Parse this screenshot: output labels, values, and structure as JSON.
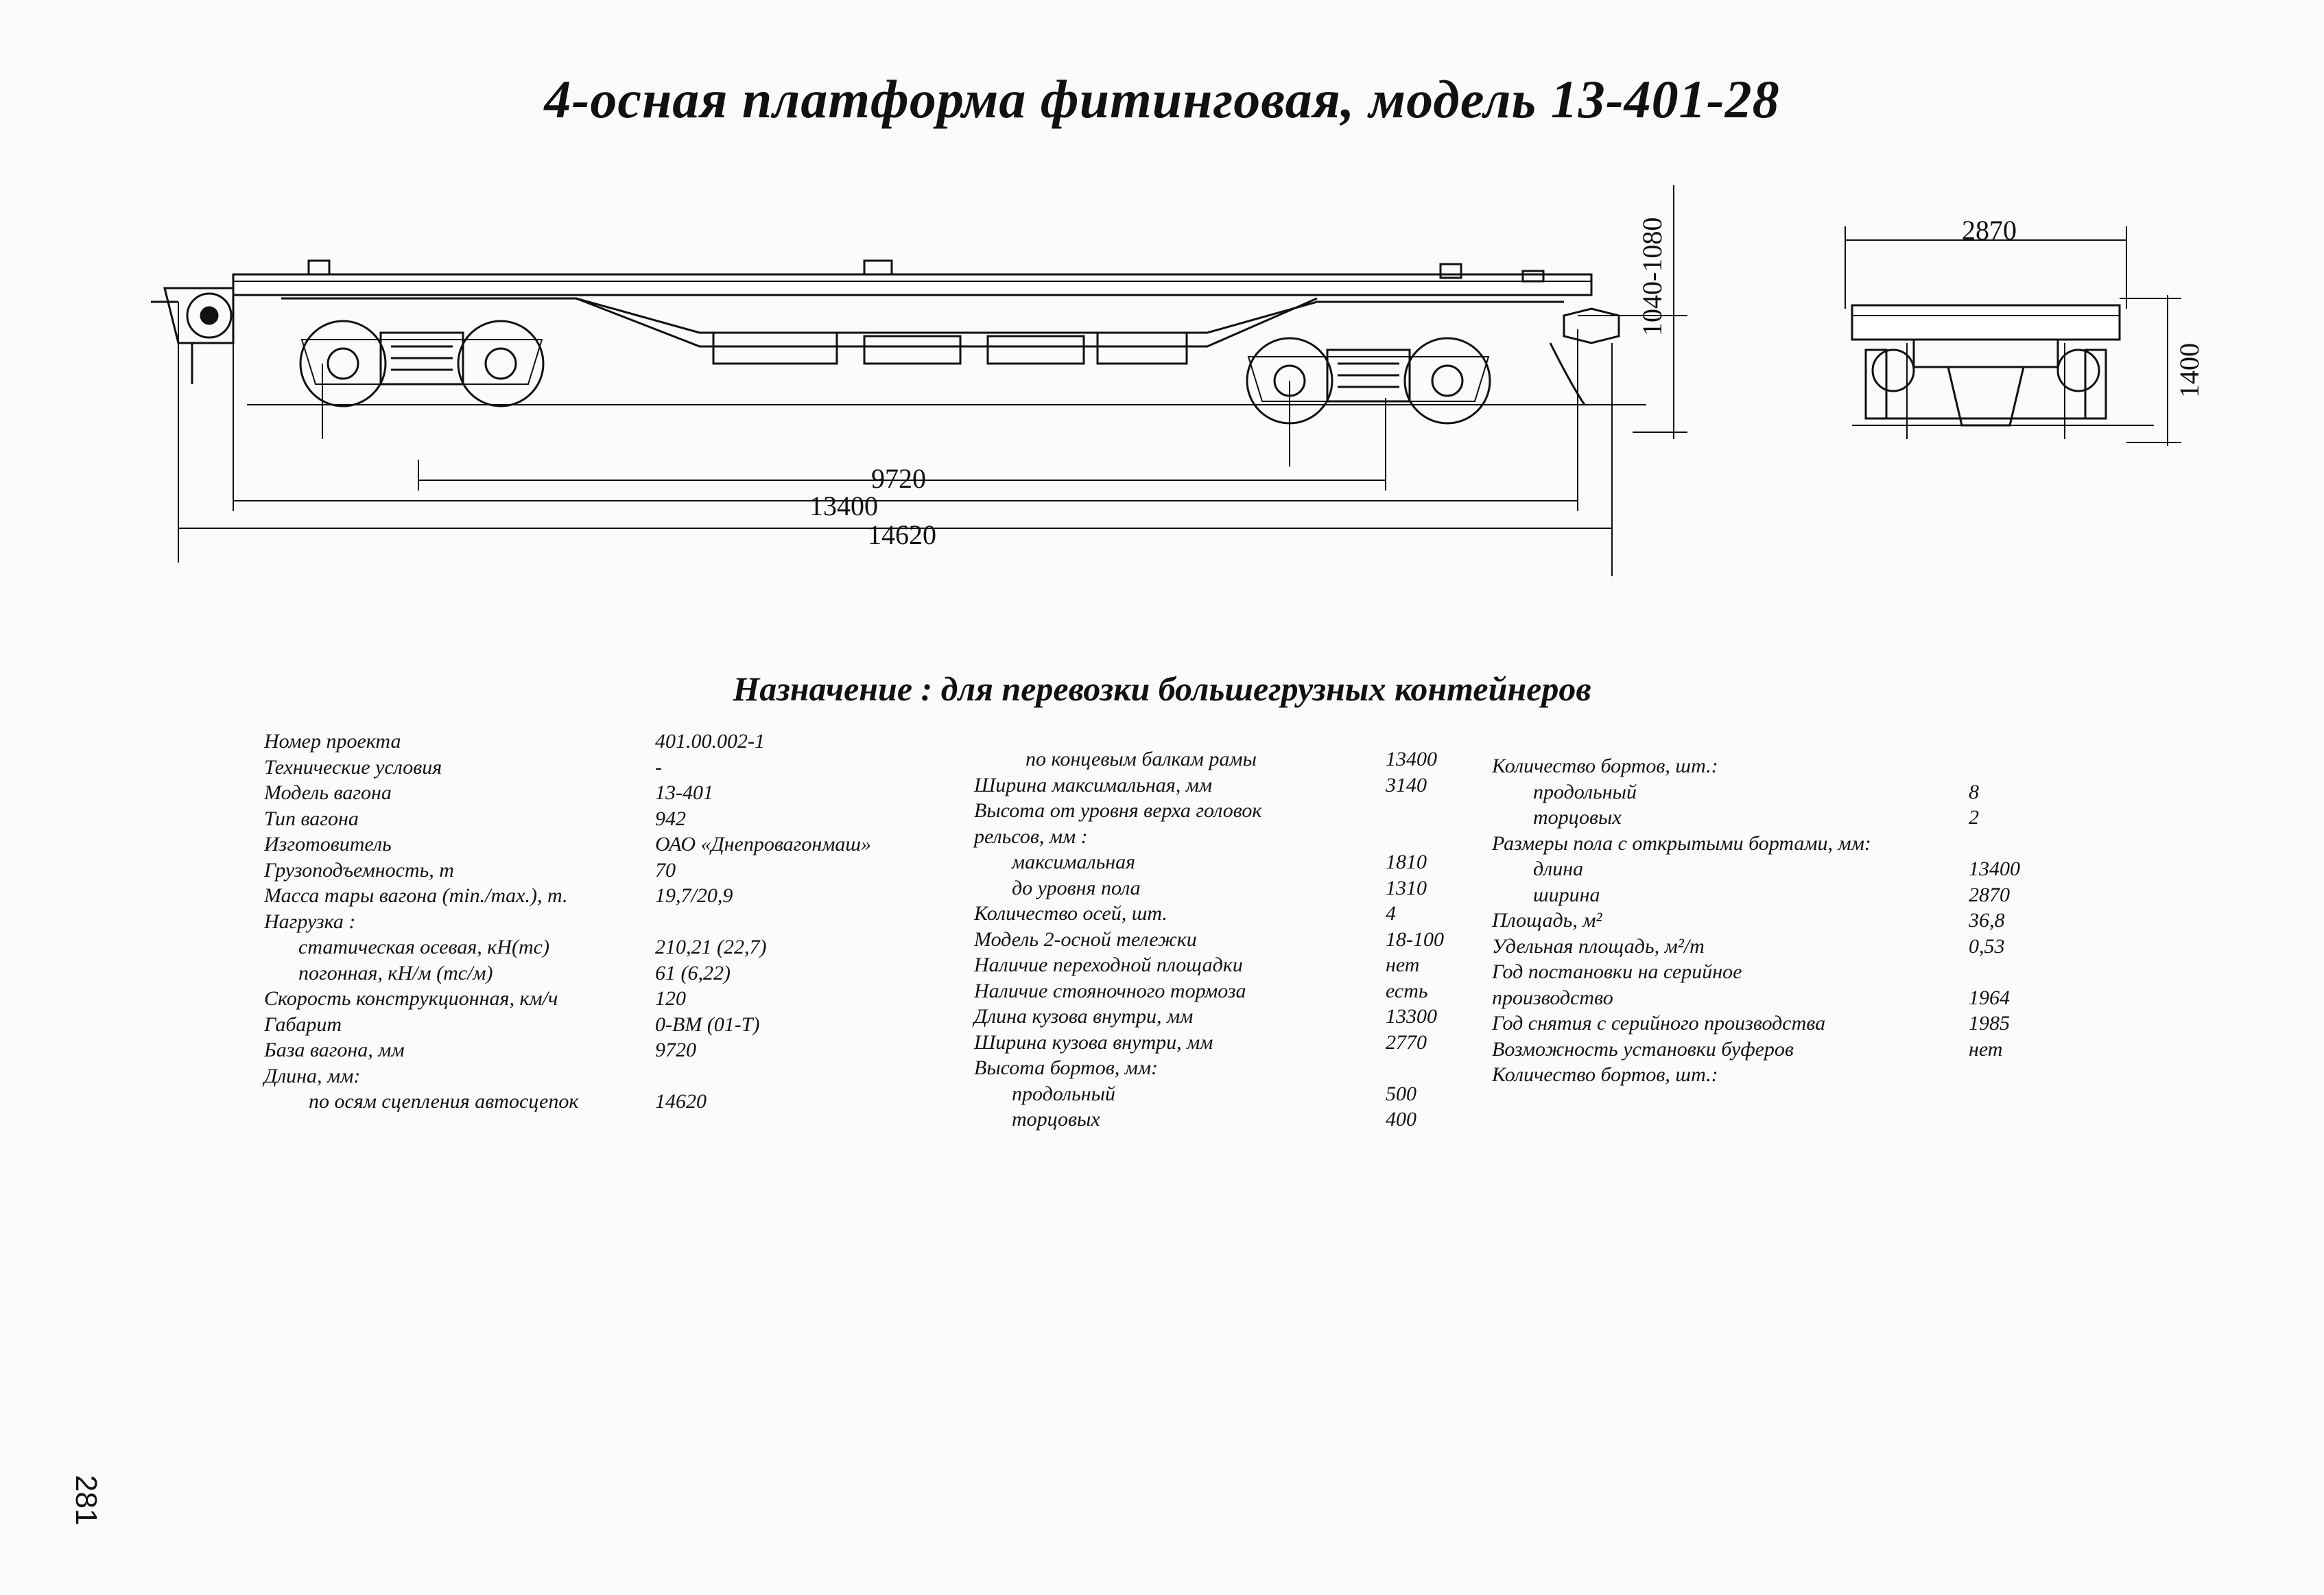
{
  "title": "4-осная платформа фитинговая, модель 13-401-28",
  "purpose": "Назначение : для перевозки большегрузных контейнеров",
  "side_view": {
    "dim_base": "9720",
    "dim_frame": "13400",
    "dim_total": "14620",
    "dim_height": "1040-1080"
  },
  "end_view": {
    "dim_width": "2870",
    "dim_height": "1400"
  },
  "spec": {
    "col1": [
      {
        "label": "Номер проекта",
        "value": "401.00.002-1",
        "indent": 0
      },
      {
        "label": "Технические условия",
        "value": "-",
        "indent": 0
      },
      {
        "label": "Модель вагона",
        "value": "13-401",
        "indent": 0
      },
      {
        "label": "Тип вагона",
        "value": "942",
        "indent": 0
      },
      {
        "label": "Изготовитель",
        "value": "ОАО «Днепровагонмаш»",
        "indent": 0
      },
      {
        "label": "Грузоподъемность, т",
        "value": "70",
        "indent": 0
      },
      {
        "label": "Масса тары вагона (min./max.), т.",
        "value": "19,7/20,9",
        "indent": 0
      },
      {
        "label": "Нагрузка :",
        "value": "",
        "indent": 0
      },
      {
        "label": "статическая осевая, кН(тс)",
        "value": "210,21 (22,7)",
        "indent": 1
      },
      {
        "label": "погонная, кН/м (тс/м)",
        "value": "61 (6,22)",
        "indent": 1
      },
      {
        "label": "Скорость конструкционная, км/ч",
        "value": "120",
        "indent": 0
      },
      {
        "label": "Габарит",
        "value": "0-ВМ (01-Т)",
        "indent": 0
      },
      {
        "label": "База вагона, мм",
        "value": "9720",
        "indent": 0
      },
      {
        "label": "Длина, мм:",
        "value": "",
        "indent": 0
      },
      {
        "label": "по осям сцепления автосцепок",
        "value": "14620",
        "indent": 2
      }
    ],
    "col2": [
      {
        "label": "по концевым балкам рамы",
        "value": "13400",
        "indent": 2
      },
      {
        "label": "Ширина максимальная, мм",
        "value": "3140",
        "indent": 0
      },
      {
        "label": "Высота от уровня верха головок",
        "value": "",
        "indent": 0
      },
      {
        "label": "рельсов, мм :",
        "value": "",
        "indent": 0
      },
      {
        "label": "максимальная",
        "value": "1810",
        "indent": 1
      },
      {
        "label": "до уровня пола",
        "value": "1310",
        "indent": 1
      },
      {
        "label": "Количество осей, шт.",
        "value": "4",
        "indent": 0
      },
      {
        "label": "Модель 2-осной тележки",
        "value": "18-100",
        "indent": 0
      },
      {
        "label": "Наличие переходной площадки",
        "value": "нет",
        "indent": 0
      },
      {
        "label": "Наличие стояночного тормоза",
        "value": "есть",
        "indent": 0
      },
      {
        "label": "Длина кузова внутри, мм",
        "value": "13300",
        "indent": 0
      },
      {
        "label": "Ширина кузова внутри, мм",
        "value": "2770",
        "indent": 0
      },
      {
        "label": "Высота бортов, мм:",
        "value": "",
        "indent": 0
      },
      {
        "label": "продольный",
        "value": "500",
        "indent": 1
      },
      {
        "label": "торцовых",
        "value": "400",
        "indent": 1
      }
    ],
    "col3": [
      {
        "label": "Количество бортов, шт.:",
        "value": "",
        "indent": 0
      },
      {
        "label": "продольный",
        "value": "8",
        "indent": 1
      },
      {
        "label": "торцовых",
        "value": "2",
        "indent": 1
      },
      {
        "label": "Размеры пола с открытыми бортами, мм:",
        "value": "",
        "indent": 0
      },
      {
        "label": "длина",
        "value": "13400",
        "indent": 1
      },
      {
        "label": "ширина",
        "value": "2870",
        "indent": 1
      },
      {
        "label": "Площадь, м²",
        "value": "36,8",
        "indent": 0
      },
      {
        "label": "Удельная площадь, м²/т",
        "value": "0,53",
        "indent": 0
      },
      {
        "label": "Год постановки на серийное",
        "value": "",
        "indent": 0
      },
      {
        "label": "производство",
        "value": "1964",
        "indent": 0
      },
      {
        "label": "Год снятия с серийного производства",
        "value": "1985",
        "indent": 0
      },
      {
        "label": "Возможность установки буферов",
        "value": "нет",
        "indent": 0
      },
      {
        "label": "Количество бортов, шт.:",
        "value": "",
        "indent": 0
      }
    ]
  },
  "page_number": "281"
}
